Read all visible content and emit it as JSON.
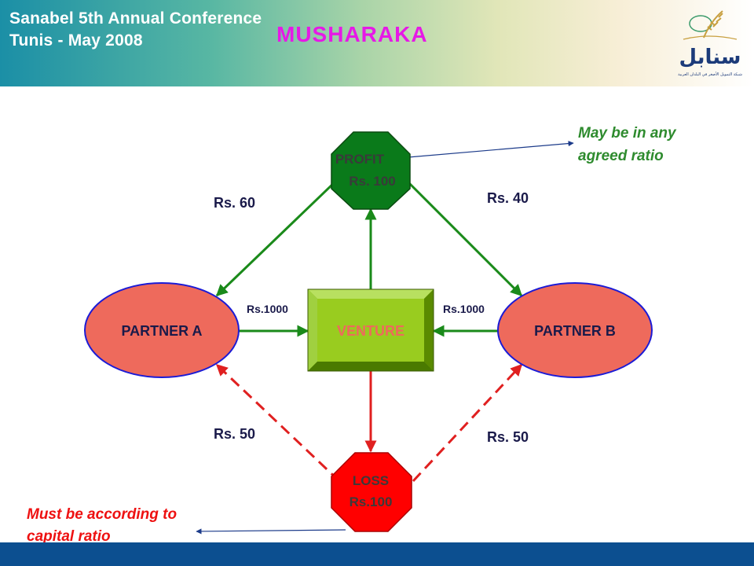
{
  "header": {
    "conference_line1": "Sanabel 5th Annual Conference",
    "conference_line2": "Tunis - May 2008",
    "logo_name": "سنابل",
    "logo_subtitle": "شبكة التمويل الأصغر في البلدان العربية"
  },
  "title": "MUSHARAKA",
  "nodes": {
    "profit_line1": "PROFIT",
    "profit_line2": "Rs. 100",
    "venture": "VENTURE",
    "partner_a": "PARTNER A",
    "partner_b": "PARTNER B",
    "loss_line1": "LOSS",
    "loss_line2": "Rs.100"
  },
  "edges": {
    "profit_to_a": "Rs. 60",
    "profit_to_b": "Rs. 40",
    "a_capital": "Rs.1000",
    "b_capital": "Rs.1000",
    "loss_to_a": "Rs. 50",
    "loss_to_b": "Rs. 50"
  },
  "notes": {
    "profit_note_line1": "May be in any",
    "profit_note_line2": "agreed ratio",
    "loss_note_line1": "Must be according to",
    "loss_note_line2": "capital ratio"
  },
  "colors": {
    "title": "#e619e6",
    "profit_fill": "#0a7a1a",
    "loss_fill": "#ff0000",
    "partner_fill": "#ee6a5c",
    "partner_stroke": "#1b1bd6",
    "venture_fill": "#99cc1f",
    "profit_arrows": "#1a8a1a",
    "loss_arrows": "#e02020",
    "note_green": "#2e8b2e",
    "note_red": "#ee1111",
    "bottom_bar": "#0c4f90"
  }
}
